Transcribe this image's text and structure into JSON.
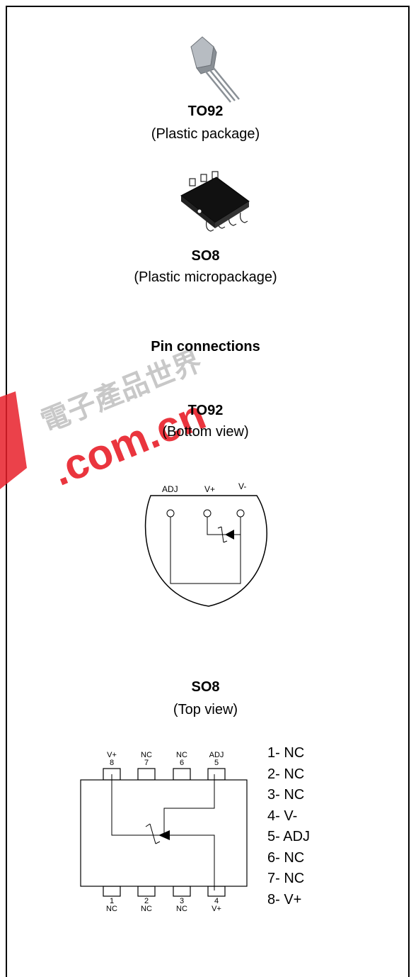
{
  "to92_package": {
    "name": "TO92",
    "desc": "(Plastic package)"
  },
  "so8_package": {
    "name": "SO8",
    "desc": "(Plastic micropackage)"
  },
  "section_title": "Pin connections",
  "to92_view": {
    "name": "TO92",
    "desc": "(Bottom view)",
    "pins": [
      "ADJ",
      "V+",
      "V-"
    ]
  },
  "so8_view": {
    "name": "SO8",
    "desc": "(Top view)",
    "top_pins": [
      {
        "label": "V+",
        "num": "8"
      },
      {
        "label": "NC",
        "num": "7"
      },
      {
        "label": "NC",
        "num": "6"
      },
      {
        "label": "ADJ",
        "num": "5"
      }
    ],
    "bottom_pins": [
      {
        "num": "1",
        "label": "NC"
      },
      {
        "num": "2",
        "label": "NC"
      },
      {
        "num": "3",
        "label": "NC"
      },
      {
        "num": "4",
        "label": "V+"
      }
    ]
  },
  "pin_list": [
    "1- NC",
    "2- NC",
    "3- NC",
    "4- V-",
    "5- ADJ",
    "6- NC",
    "7- NC",
    "8- V+"
  ],
  "watermark": {
    "text": ".com.cn",
    "chars": "電子產品世界",
    "color": "#e8202a"
  }
}
